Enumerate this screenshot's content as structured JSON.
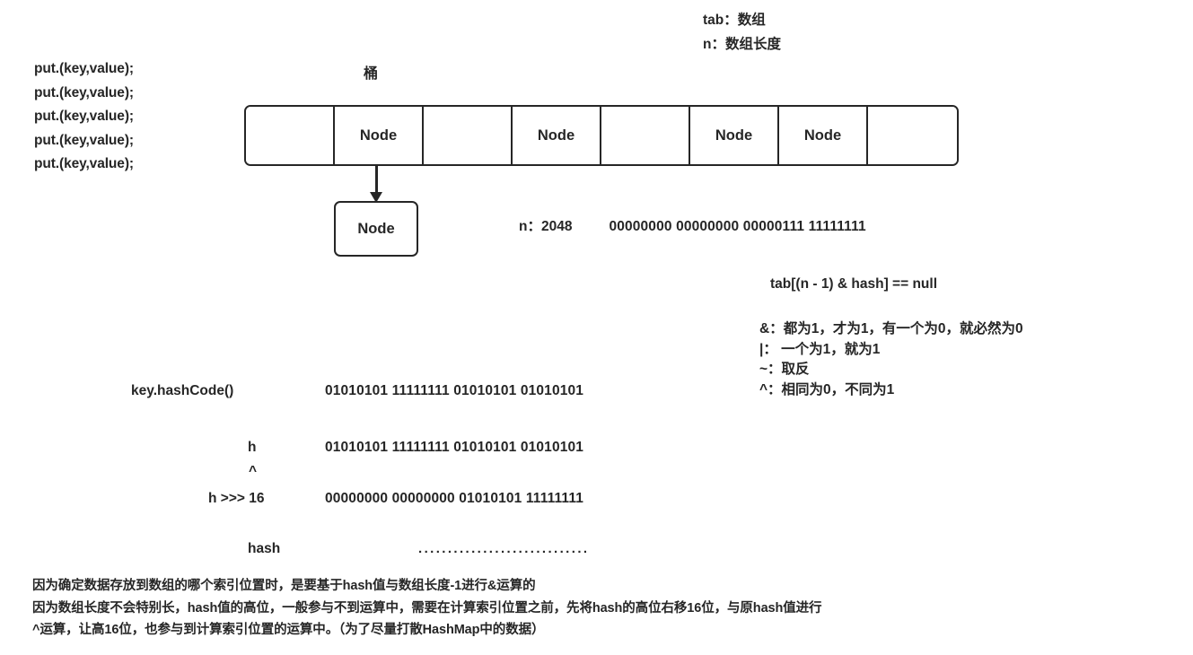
{
  "diagram": {
    "title_colors": {
      "ink": "#262626",
      "background": "#ffffff"
    },
    "put_calls": [
      "put.(key,value);",
      "put.(key,value);",
      "put.(key,value);",
      "put.(key,value);",
      "put.(key,value);"
    ],
    "legend": {
      "tab_line": "tab：数组",
      "n_line": "n：数组长度"
    },
    "bucket_label": "桶",
    "bucket_array": {
      "cells": [
        "",
        "Node",
        "",
        "Node",
        "",
        "Node",
        "Node",
        ""
      ]
    },
    "chain_node": {
      "label": "Node"
    },
    "n_row": {
      "label": "n：2048",
      "bits": "00000000 00000000 00000111 11111111"
    },
    "tab_expression": "tab[(n - 1) & hash] == null",
    "operator_notes": [
      "&：都为1，才为1，有一个为0，就必然为0",
      "|：  一个为1，就为1",
      "~：取反",
      "^：相同为0，不同为1"
    ],
    "hash_rows": {
      "hashcode": {
        "label": "key.hashCode()",
        "bits": "01010101 11111111 01010101 01010101"
      },
      "h": {
        "label": "h",
        "bits": "01010101 11111111 01010101 01010101"
      },
      "xor_operator": "^",
      "shifted": {
        "label": "h >>> 16",
        "bits": "00000000 00000000 01010101 11111111"
      },
      "result": {
        "label": "hash",
        "bits": "............................."
      }
    },
    "explanation": [
      "因为确定数据存放到数组的哪个索引位置时，是要基于hash值与数组长度-1进行&运算的",
      "因为数组长度不会特别长，hash值的高位，一般参与不到运算中，需要在计算索引位置之前，先将hash的高位右移16位，与原hash值进行",
      "^运算，让高16位，也参与到计算索引位置的运算中。（为了尽量打散HashMap中的数据）"
    ]
  }
}
